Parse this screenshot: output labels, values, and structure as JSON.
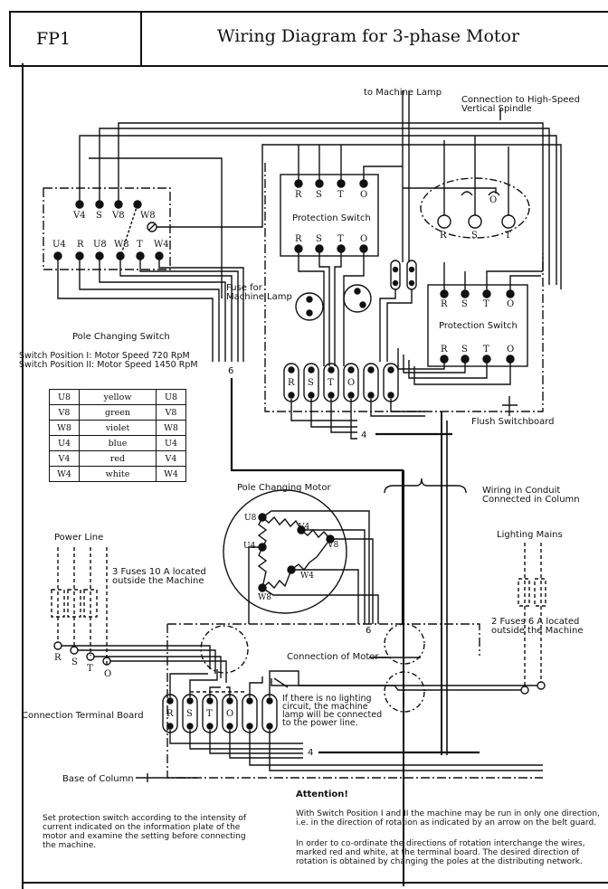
{
  "header": {
    "code": "FP1",
    "title": "Wiring Diagram for 3-phase Motor"
  },
  "labels": {
    "to_machine_lamp": "to Machine Lamp",
    "high_speed_spindle_line1": "Connection to High-Speed",
    "high_speed_spindle_line2": "Vertical Spindle",
    "fuse_lamp_line1": "Fuse for",
    "fuse_lamp_line2": "Machine Lamp",
    "pole_changing_switch": "Pole Changing Switch",
    "switch_pos_1": "Switch Position I:  Motor Speed  720 RpM",
    "switch_pos_2": "Switch Position II: Motor Speed 1450 RpM",
    "wire_count_6_top": "6",
    "flush_switchboard": "Flush Switchboard",
    "wire_count_4_top": "4",
    "pole_changing_motor": "Pole Changing Motor",
    "conduit_line1": "Wiring in Conduit",
    "conduit_line2": "Connected in Column",
    "power_line": "Power Line",
    "fuses_10a_line1": "3 Fuses 10 A located",
    "fuses_10a_line2": "outside the Machine",
    "lighting_mains": "Lighting Mains",
    "fuses_6a_line1": "2 Fuses 6 A located",
    "fuses_6a_line2": "outside the Machine",
    "wire_count_6_bottom": "6",
    "connection_of_motor": "Connection of Motor",
    "connection_terminal_board": "Connection Terminal Board",
    "no_lighting_line1": "If there is no lighting",
    "no_lighting_line2": "circuit, the machine",
    "no_lighting_line3": "lamp will be connected",
    "no_lighting_line4": "to the power line.",
    "wire_count_4_bottom": "4",
    "base_of_column": "Base of Column"
  },
  "pole_switch_terminals": {
    "top": [
      "V4",
      "S",
      "V8",
      "W8"
    ],
    "bottom": [
      "U4",
      "R",
      "U8",
      "W8",
      "T",
      "W4"
    ]
  },
  "protection_switch_1": {
    "title": "Protection Switch",
    "top": [
      "R",
      "S",
      "T",
      "O"
    ],
    "bottom": [
      "R",
      "S",
      "T",
      "O"
    ]
  },
  "protection_switch_2": {
    "title": "Protection Switch",
    "top": [
      "R",
      "S",
      "T",
      "O"
    ],
    "bottom": [
      "R",
      "S",
      "T",
      "O"
    ]
  },
  "spindle_socket": [
    "R",
    "S",
    "T",
    "O"
  ],
  "switchboard_terminals": [
    "R",
    "S",
    "T",
    "O",
    "",
    ""
  ],
  "motor_nodes": [
    "U8",
    "V4",
    "V8",
    "U4",
    "W4",
    "W8"
  ],
  "power_line_terminals": [
    "R",
    "S",
    "T",
    "O"
  ],
  "column_terminals": [
    "R",
    "S",
    "T",
    "O",
    "",
    ""
  ],
  "color_table": [
    [
      "U8",
      "yellow",
      "U8"
    ],
    [
      "V8",
      "green",
      "V8"
    ],
    [
      "W8",
      "violet",
      "W8"
    ],
    [
      "U4",
      "blue",
      "U4"
    ],
    [
      "V4",
      "red",
      "V4"
    ],
    [
      "W4",
      "white",
      "W4"
    ]
  ],
  "notes": {
    "left": "Set protection switch according to the intensity of current indicated on the information plate of the motor and examine the setting before connecting the machine.",
    "attention_title": "Attention!",
    "attention_p1": "With Switch Position I and II the machine may be run in only one direction, i.e. in the direction of rotation as indicated by an arrow on the belt guard.",
    "attention_p2": "In order to co-ordinate the directions of rotation interchange the wires, marked red and white, at the terminal board. The desired direction of rotation is obtained by changing the poles at the distributing network."
  }
}
